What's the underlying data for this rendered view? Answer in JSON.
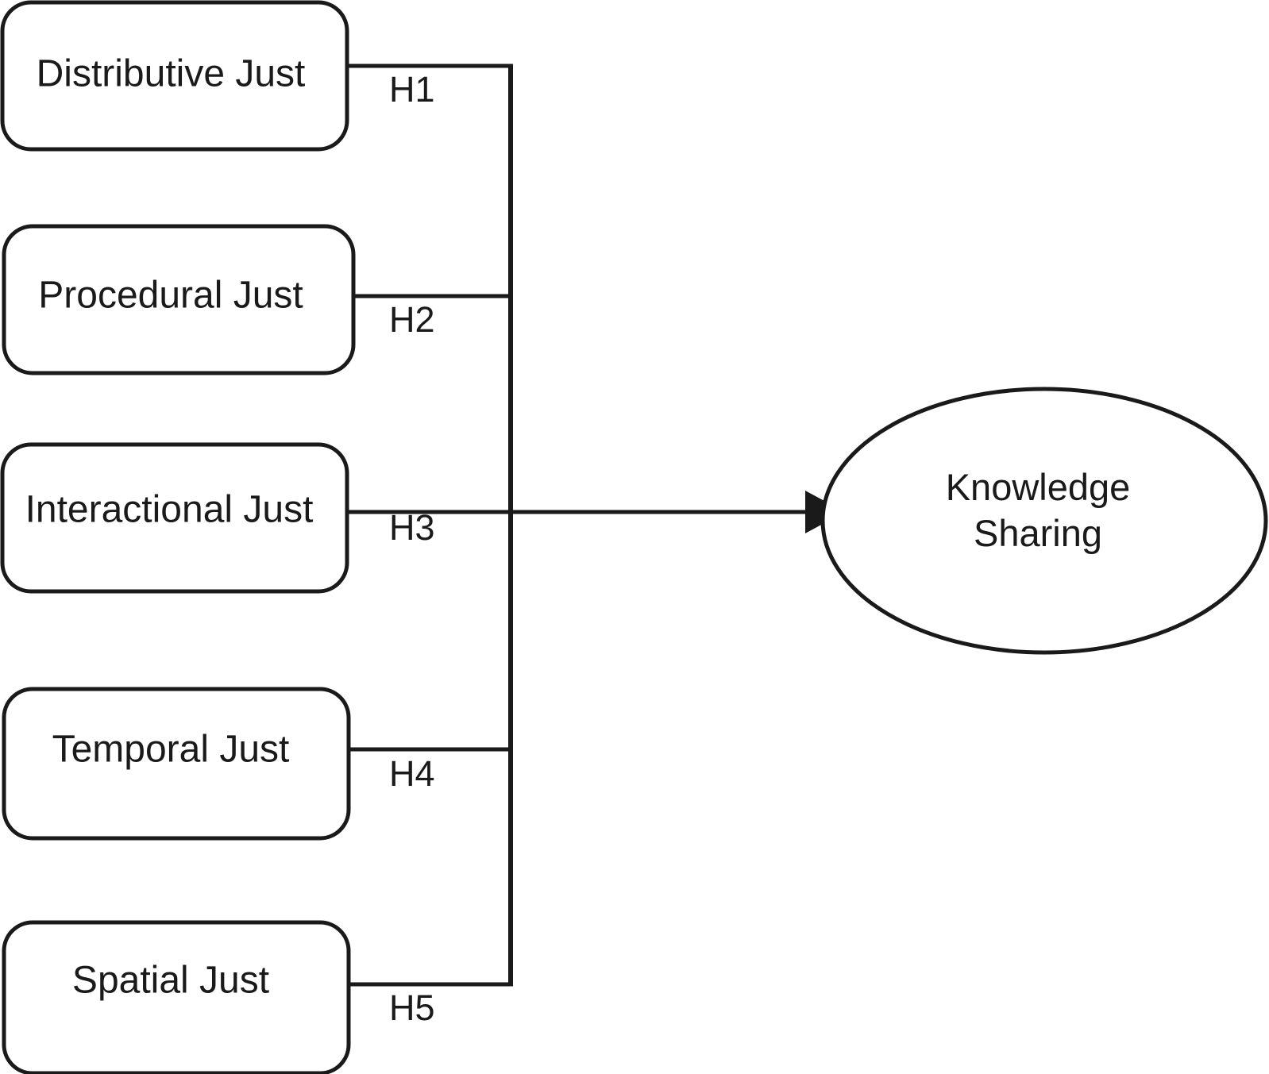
{
  "diagram": {
    "type": "conceptual-research-model",
    "predictors": [
      {
        "id": "distributive-just",
        "label": "Distributive Just"
      },
      {
        "id": "procedural-just",
        "label": "Procedural Just"
      },
      {
        "id": "interactional-just",
        "label": "Interactional Just"
      },
      {
        "id": "temporal-just",
        "label": "Temporal Just"
      },
      {
        "id": "spatial-just",
        "label": "Spatial Just"
      }
    ],
    "outcome": {
      "id": "knowledge-sharing",
      "label_line1": "Knowledge",
      "label_line2": "Sharing"
    },
    "hypotheses": [
      {
        "id": "h1",
        "label": "H1",
        "from": "distributive-just",
        "to": "knowledge-sharing"
      },
      {
        "id": "h2",
        "label": "H2",
        "from": "procedural-just",
        "to": "knowledge-sharing"
      },
      {
        "id": "h3",
        "label": "H3",
        "from": "interactional-just",
        "to": "knowledge-sharing"
      },
      {
        "id": "h4",
        "label": "H4",
        "from": "temporal-just",
        "to": "knowledge-sharing"
      },
      {
        "id": "h5",
        "label": "H5",
        "from": "spatial-just",
        "to": "knowledge-sharing"
      }
    ],
    "colors": {
      "stroke": "#1a1a1a",
      "fill": "#ffffff",
      "background": "#ffffff"
    }
  }
}
